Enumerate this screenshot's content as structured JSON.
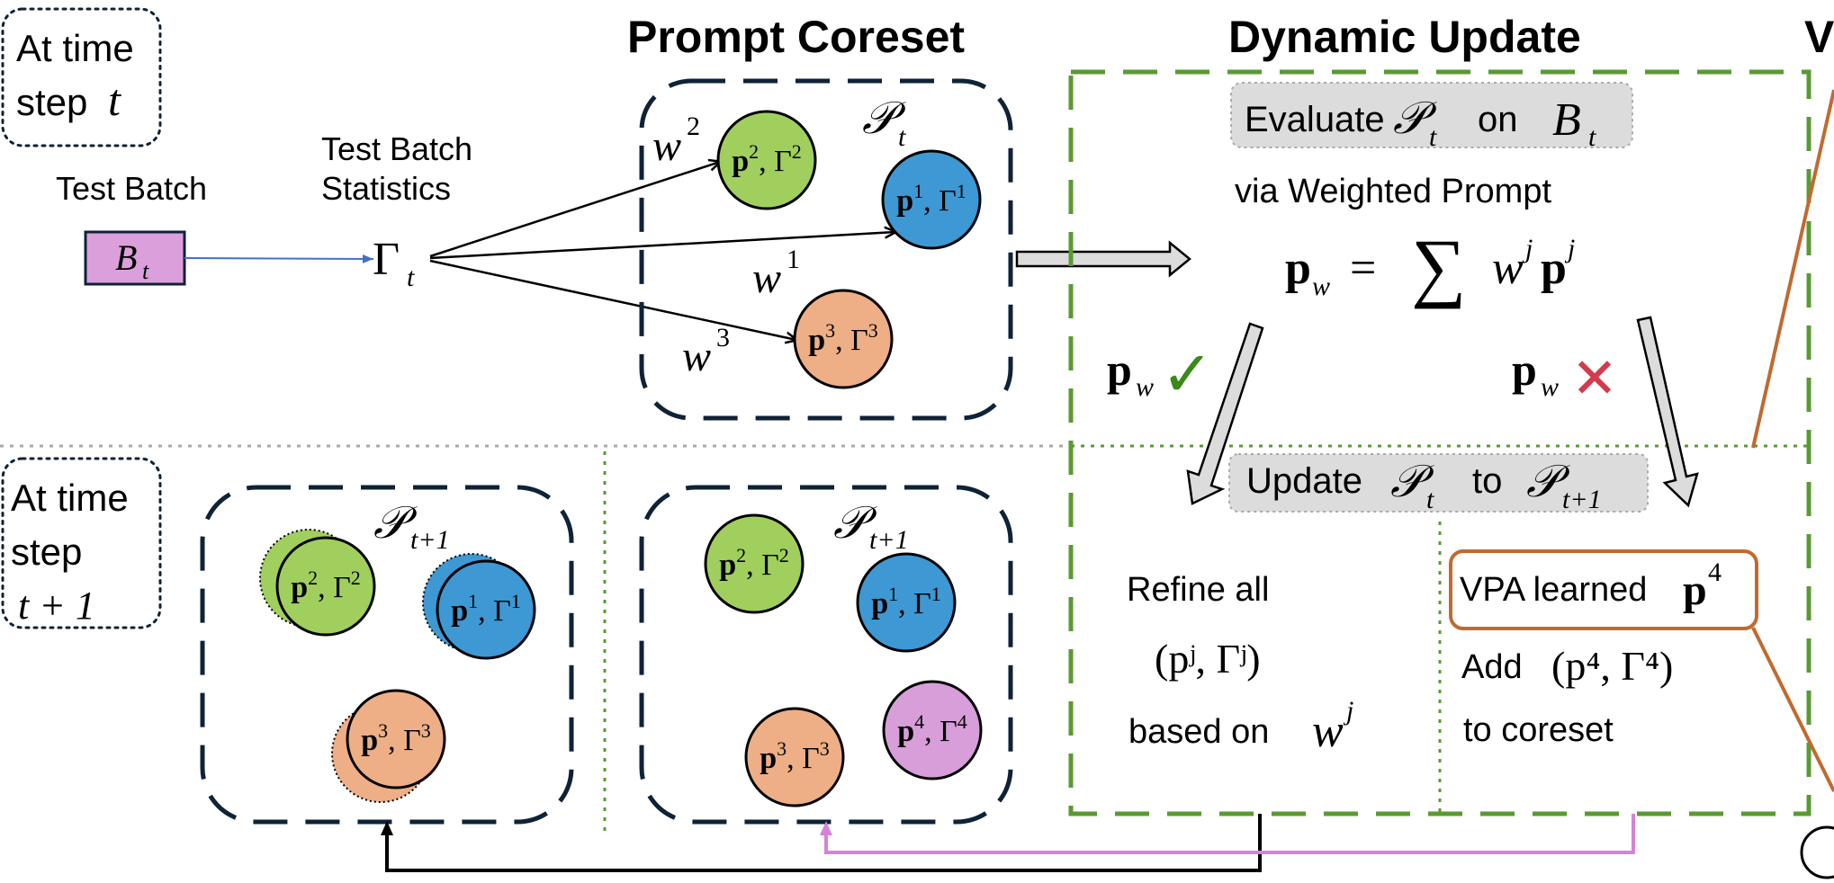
{
  "titles": {
    "prompt_coreset": "Prompt Coreset",
    "dynamic_update": "Dynamic Update",
    "cut": "V"
  },
  "steps": {
    "t": {
      "line1": "At time",
      "line2": "step",
      "var": "t"
    },
    "t1": {
      "line1": "At time",
      "line2": "step",
      "var": "t + 1"
    }
  },
  "input": {
    "test_batch_label": "Test Batch",
    "batch_symbol": "B",
    "batch_sub": "t",
    "stats_line1": "Test Batch",
    "stats_line2": "Statistics",
    "gamma": "Γ",
    "gamma_sub": "t"
  },
  "coreset_t": {
    "set_symbol": "𝒫",
    "set_sub": "t",
    "weights": {
      "w2": {
        "base": "w",
        "sup": "2"
      },
      "w1": {
        "base": "w",
        "sup": "1"
      },
      "w3": {
        "base": "w",
        "sup": "3"
      }
    },
    "prompts": [
      {
        "p": "p",
        "sup": "2",
        "g": "Γ",
        "gsup": "2",
        "color": "#a0cf5e"
      },
      {
        "p": "p",
        "sup": "1",
        "g": "Γ",
        "gsup": "1",
        "color": "#3d98d4"
      },
      {
        "p": "p",
        "sup": "3",
        "g": "Γ",
        "gsup": "3",
        "color": "#eeaf86"
      }
    ]
  },
  "coreset_t1_left": {
    "set_symbol": "𝒫",
    "set_sub": "t+1",
    "prompts": [
      {
        "p": "p",
        "sup": "2",
        "g": "Γ",
        "gsup": "2"
      },
      {
        "p": "p",
        "sup": "1",
        "g": "Γ",
        "gsup": "1"
      },
      {
        "p": "p",
        "sup": "3",
        "g": "Γ",
        "gsup": "3"
      }
    ]
  },
  "coreset_t1_right": {
    "set_symbol": "𝒫",
    "set_sub": "t+1",
    "prompts": [
      {
        "p": "p",
        "sup": "2",
        "g": "Γ",
        "gsup": "2"
      },
      {
        "p": "p",
        "sup": "1",
        "g": "Γ",
        "gsup": "1"
      },
      {
        "p": "p",
        "sup": "3",
        "g": "Γ",
        "gsup": "3"
      },
      {
        "p": "p",
        "sup": "4",
        "g": "Γ",
        "gsup": "4",
        "color": "#d79ed9"
      }
    ]
  },
  "dynamic": {
    "evaluate_word": "Evaluate",
    "evaluate_set": "𝒫",
    "evaluate_set_sub": "t",
    "evaluate_on": "on",
    "evaluate_batch": "B",
    "evaluate_batch_sub": "t",
    "via": "via Weighted Prompt",
    "formula_lhs": "p",
    "formula_lhs_sub": "w",
    "formula_eq": "=",
    "formula_sum": "∑",
    "formula_w": "w",
    "formula_j": "j",
    "formula_p": "p",
    "pw_ok": "p",
    "pw_ok_sub": "w",
    "check": "✓",
    "pw_bad": "p",
    "pw_bad_sub": "w",
    "cross": "✕",
    "update_word": "Update",
    "update_from": "𝒫",
    "update_from_sub": "t",
    "update_to_word": "to",
    "update_to": "𝒫",
    "update_to_sub": "t+1",
    "refine_line1": "Refine all",
    "refine_tuple": "(pʲ, Γʲ)",
    "refine_line3": "based on",
    "refine_w": "w",
    "refine_w_sup": "j",
    "vpa_text": "VPA learned",
    "vpa_p": "p",
    "vpa_sup": "4",
    "add_word": "Add",
    "add_tuple": "(p⁴, Γ⁴)",
    "to_coreset": "to coreset"
  },
  "colors": {
    "navy": "#0f2236",
    "green_dash": "#5a9a32",
    "green_check": "#3a8a1a",
    "red_cross": "#d33a4c",
    "batch_fill": "#dba0dc",
    "orange_line": "#c06a30",
    "pink_line": "#d583d6",
    "blue_arrow": "#4472c4",
    "gray_box": "#dcdcdc"
  }
}
